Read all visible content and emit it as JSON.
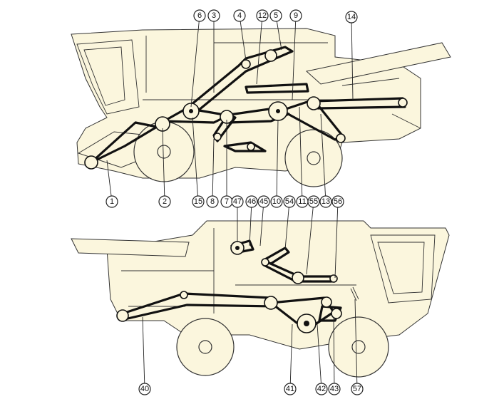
{
  "callouts_upper_top": [
    "6",
    "3",
    "4",
    "12",
    "5",
    "9",
    "14"
  ],
  "callouts_upper_bottom": [
    "1",
    "2",
    "15",
    "8",
    "7",
    "10",
    "11",
    "13"
  ],
  "callouts_lower_top": [
    "47",
    "46",
    "45",
    "54",
    "55",
    "56"
  ],
  "callouts_lower_bottom": [
    "40",
    "41",
    "42",
    "43",
    "57"
  ],
  "colors": {
    "body": "#fbf6dd",
    "line": "#333333",
    "belt": "#111111"
  },
  "icon_names": {
    "wheel": "wheel-icon",
    "pulley": "pulley-icon"
  }
}
